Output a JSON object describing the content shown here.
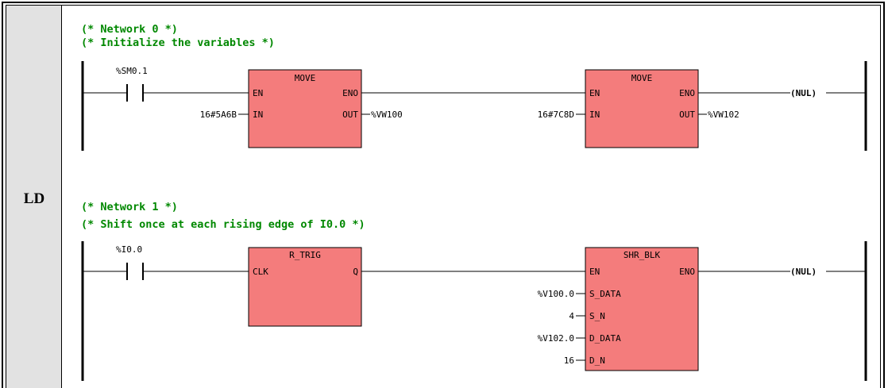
{
  "language": "LD",
  "colors": {
    "block_fill": "#f47c7c",
    "comment": "#008800",
    "language_column": "#e2e2e2"
  },
  "networks": [
    {
      "comment_line1": "(* Network 0 *)",
      "comment_line2": "(* Initialize the variables *)",
      "contact": "%SM0.1",
      "block1": {
        "title": "MOVE",
        "pin_en": "EN",
        "pin_eno": "ENO",
        "pin_in": "IN",
        "pin_out": "OUT",
        "in_value": "16#5A6B",
        "out_value": "%VW100"
      },
      "block2": {
        "title": "MOVE",
        "pin_en": "EN",
        "pin_eno": "ENO",
        "pin_in": "IN",
        "pin_out": "OUT",
        "in_value": "16#7C8D",
        "out_value": "%VW102"
      },
      "coil": "(NUL)"
    },
    {
      "comment_line1": "(* Network 1 *)",
      "comment_line2": "(* Shift once at each rising edge of I0.0 *)",
      "contact": "%I0.0",
      "block1": {
        "title": "R_TRIG",
        "pin_clk": "CLK",
        "pin_q": "Q"
      },
      "block2": {
        "title": "SHR_BLK",
        "pin_en": "EN",
        "pin_eno": "ENO",
        "pin_s_data": "S_DATA",
        "pin_s_n": "S_N",
        "pin_d_data": "D_DATA",
        "pin_d_n": "D_N",
        "s_data_value": "%V100.0",
        "s_n_value": "4",
        "d_data_value": "%V102.0",
        "d_n_value": "16"
      },
      "coil": "(NUL)"
    }
  ]
}
